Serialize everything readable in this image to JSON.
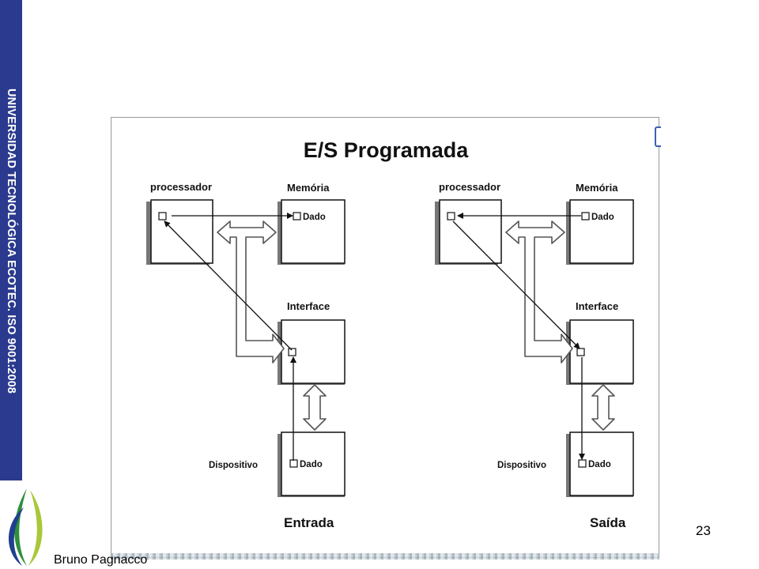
{
  "sidebar": {
    "text": "UNIVERSIDAD TECNOLÓGICA ECOTEC. ISO 9001:2008",
    "color": "#2b3a8e"
  },
  "slide": {
    "page_number": "23",
    "author": "Bruno Pagnacco"
  },
  "figure": {
    "title": "E/S Programada",
    "panels": [
      {
        "caption": "Entrada",
        "processor_label": "processador",
        "memory_label": "Memória",
        "memory_data_label": "Dado",
        "interface_label": "Interface",
        "device_label": "Dispositivo",
        "device_data_label": "Dado"
      },
      {
        "caption": "Saída",
        "processor_label": "processador",
        "memory_label": "Memória",
        "memory_data_label": "Dado",
        "interface_label": "Interface",
        "device_label": "Dispositivo",
        "device_data_label": "Dado"
      }
    ]
  }
}
